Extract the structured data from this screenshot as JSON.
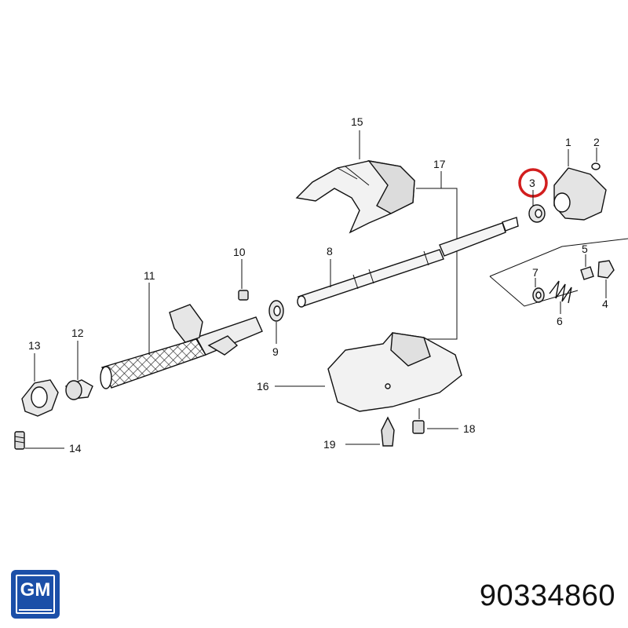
{
  "callouts": {
    "c1": "1",
    "c2": "2",
    "c3": "3",
    "c4": "4",
    "c5": "5",
    "c6": "6",
    "c7": "7",
    "c8": "8",
    "c9": "9",
    "c10": "10",
    "c11": "11",
    "c12": "12",
    "c13": "13",
    "c14": "14",
    "c15": "15",
    "c16": "16",
    "c17": "17",
    "c18": "18",
    "c19": "19"
  },
  "highlight": {
    "callout": "3",
    "color": "#d21e1e"
  },
  "brand": {
    "logo_text": "GM",
    "logo_color": "#1b4fa8"
  },
  "part_number": "90334860"
}
